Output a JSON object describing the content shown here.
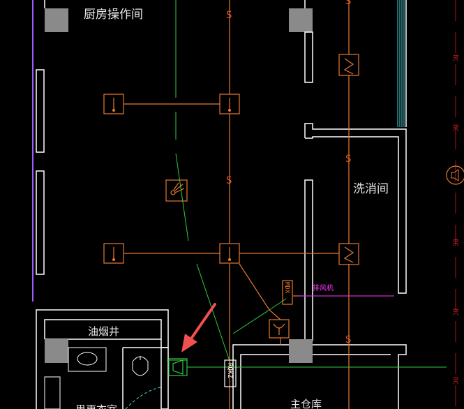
{
  "rooms": {
    "kitchen": "厨房操作间",
    "dishwash": "洗消间",
    "flue_shaft": "油烟井",
    "restroom": "男更衣室",
    "main_storage": "主仓库"
  },
  "pipe_tags": {
    "supply": "S"
  },
  "equipment": {
    "exhaust_fan": "排风机",
    "mdx": "MDX",
    "rqkz": "RQKZ",
    "bc": "BC"
  },
  "colors": {
    "background": "#000000",
    "wall": "#ffffff",
    "column": "#8a8a8a",
    "duct": "#e87a30",
    "green_line": "#2ecc40",
    "magenta": "#ff33ff",
    "cyan": "#4dd6e0",
    "red_tag": "#d62020",
    "annotation_arrow": "#f05050"
  }
}
